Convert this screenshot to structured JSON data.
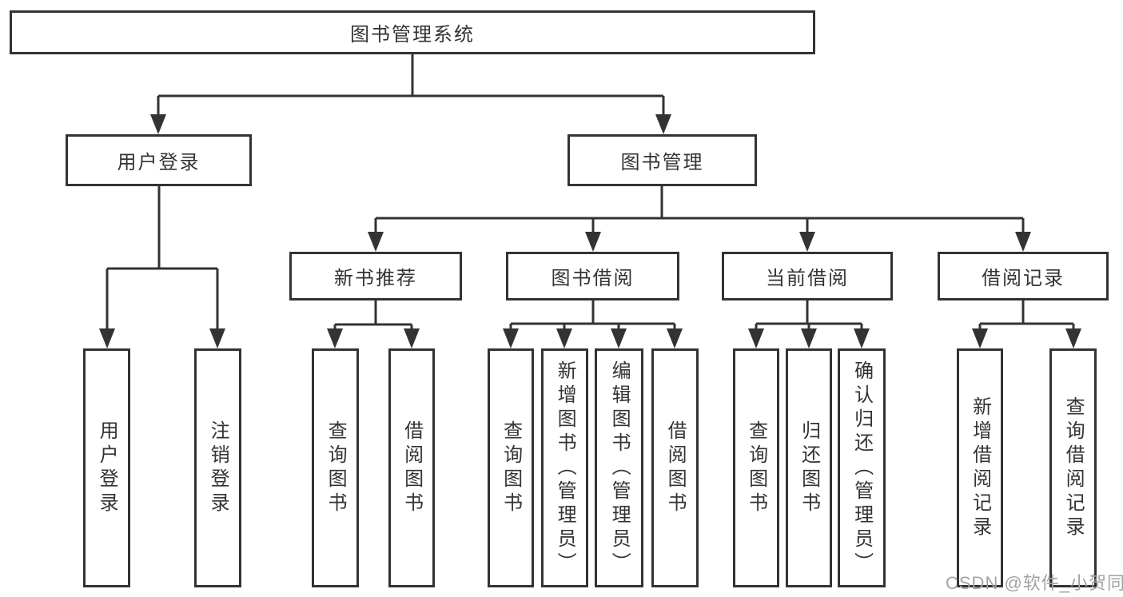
{
  "diagram": {
    "root": {
      "label": "图书管理系统"
    },
    "user_login": {
      "label": "用户登录",
      "children": [
        {
          "label": "用户登录"
        },
        {
          "label": "注销登录"
        }
      ]
    },
    "book_mgmt": {
      "label": "图书管理",
      "new_books": {
        "label": "新书推荐",
        "children": [
          {
            "label": "查询图书"
          },
          {
            "label": "借阅图书"
          }
        ]
      },
      "book_borrow": {
        "label": "图书借阅",
        "children": [
          {
            "label": "查询图书"
          },
          {
            "label": "新增图书（管理员）"
          },
          {
            "label": "编辑图书（管理员）"
          },
          {
            "label": "借阅图书"
          }
        ]
      },
      "current_borrow": {
        "label": "当前借阅",
        "children": [
          {
            "label": "查询图书"
          },
          {
            "label": "归还图书"
          },
          {
            "label": "确认归还（管理员）"
          }
        ]
      },
      "borrow_records": {
        "label": "借阅记录",
        "children": [
          {
            "label": "新增借阅记录"
          },
          {
            "label": "查询借阅记录"
          }
        ]
      }
    }
  },
  "watermark": {
    "text": "CSDN @软件_小贺同学"
  },
  "colors": {
    "line": "#333333",
    "box_background": "#ffffff",
    "text": "#333333",
    "watermark": "#a3a3a3",
    "page_background": "#ffffff"
  }
}
